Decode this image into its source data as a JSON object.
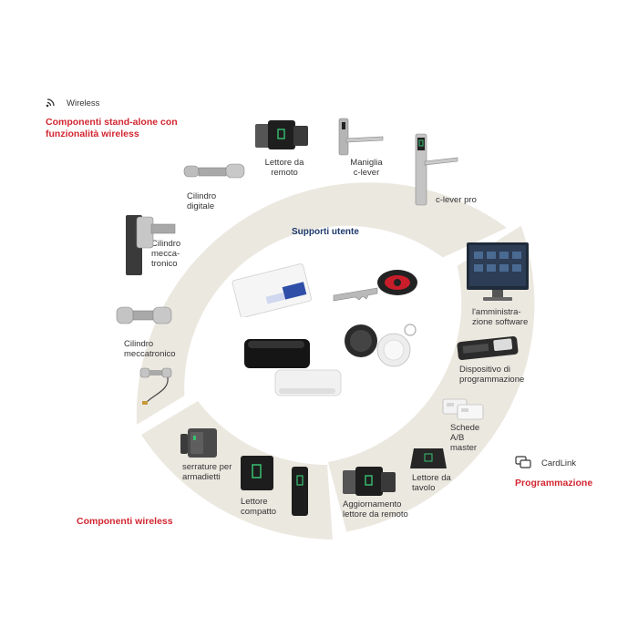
{
  "legend": {
    "wireless": "Wireless",
    "cardlink": "CardLink"
  },
  "groups": {
    "standalone": "Componenti stand-alone con funzionalità wireless",
    "wireless_components": "Componenti wireless",
    "programming": "Programmazione",
    "user_media": "Supporti utente"
  },
  "labels": {
    "remote_reader_top": "Lettore da remoto",
    "handle": "Maniglia c-lever",
    "clever_pro": "c-lever pro",
    "digital_cylinder": "Cilindro digitale",
    "mechatronic_cylinder_a": "Cilindro mecca-tronico",
    "mechatronic_cylinder_b": "Cilindro meccatronico",
    "cabinet_lock": "serrature per armadietti",
    "compact_reader": "Lettore compatto",
    "admin_software": "l'amministra-zione software",
    "programming_device": "Dispositivo di programmazione",
    "master_cards": "Schede A/B master",
    "desktop_reader": "Lettore da tavolo",
    "update_reader": "Aggiornamento lettore da remoto"
  },
  "colors": {
    "ring": "#ebe8e0",
    "accent_red": "#d22630",
    "navy": "#1d3a6e",
    "led_green": "#38c172"
  }
}
